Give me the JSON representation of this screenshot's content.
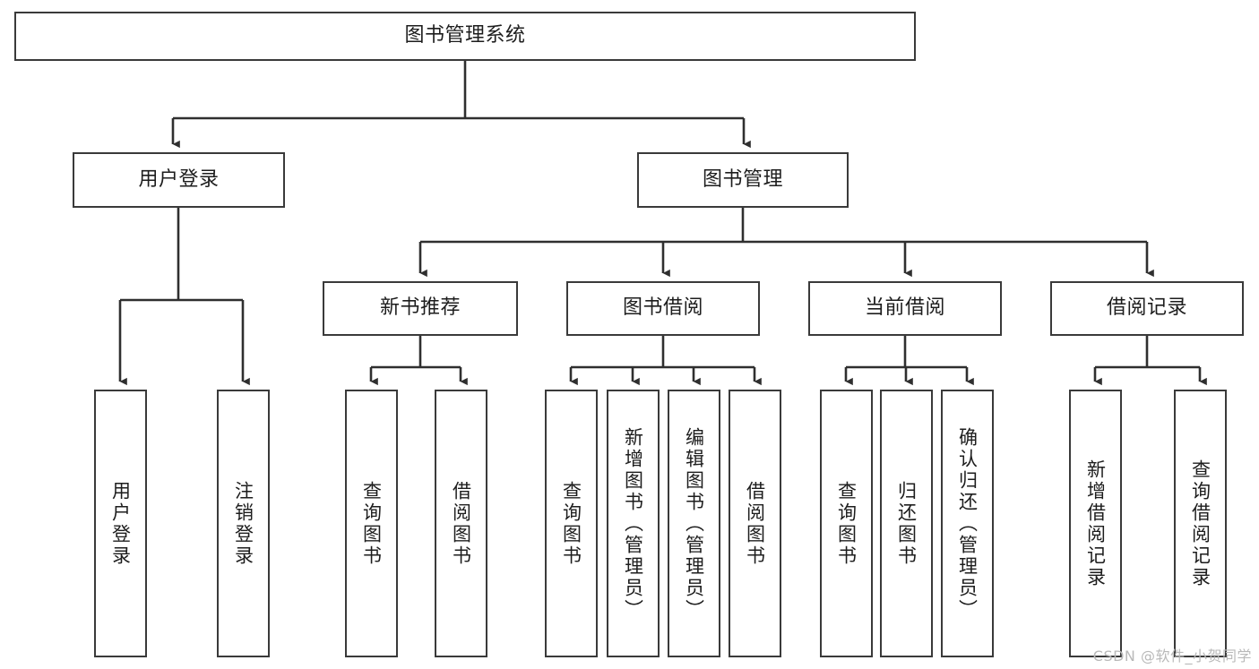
{
  "diagram": {
    "type": "tree-hierarchy",
    "title": "图书管理系统",
    "orientation": "top-down",
    "colors": {
      "box_border": "#3a3a3a",
      "box_fill": "#ffffff",
      "connector": "#2f2f2f",
      "text": "#1d1d1d",
      "watermark": "#b9b9b9",
      "page_background": "#ffffff"
    },
    "root": {
      "id": "root",
      "label": "图书管理系统"
    },
    "level2": [
      {
        "id": "n-user-login",
        "label": "用户登录"
      },
      {
        "id": "n-book-manage",
        "label": "图书管理"
      }
    ],
    "level3": [
      {
        "id": "n-new-book-rec",
        "label": "新书推荐"
      },
      {
        "id": "n-book-borrow",
        "label": "图书借阅"
      },
      {
        "id": "n-current-borrow",
        "label": "当前借阅"
      },
      {
        "id": "n-borrow-record",
        "label": "借阅记录"
      }
    ],
    "leaves": {
      "user_login": [
        {
          "id": "leaf-user-login",
          "label": "用户登录"
        },
        {
          "id": "leaf-logout-login",
          "label": "注销登录"
        }
      ],
      "new_book_rec": [
        {
          "id": "leaf-query-book-1",
          "label": "查询图书"
        },
        {
          "id": "leaf-borrow-book-1",
          "label": "借阅图书"
        }
      ],
      "book_borrow": [
        {
          "id": "leaf-query-book-2",
          "label": "查询图书"
        },
        {
          "id": "leaf-add-book",
          "label": "新增图书（管理员）"
        },
        {
          "id": "leaf-edit-book",
          "label": "编辑图书（管理员）"
        },
        {
          "id": "leaf-borrow-book-2",
          "label": "借阅图书"
        }
      ],
      "current_borrow": [
        {
          "id": "leaf-query-book-3",
          "label": "查询图书"
        },
        {
          "id": "leaf-return-book",
          "label": "归还图书"
        },
        {
          "id": "leaf-confirm-return",
          "label": "确认归还（管理员）"
        }
      ],
      "borrow_record": [
        {
          "id": "leaf-add-record",
          "label": "新增借阅记录"
        },
        {
          "id": "leaf-query-record",
          "label": "查询借阅记录"
        }
      ]
    },
    "watermark": "CSDN @软件_小贺同学"
  }
}
